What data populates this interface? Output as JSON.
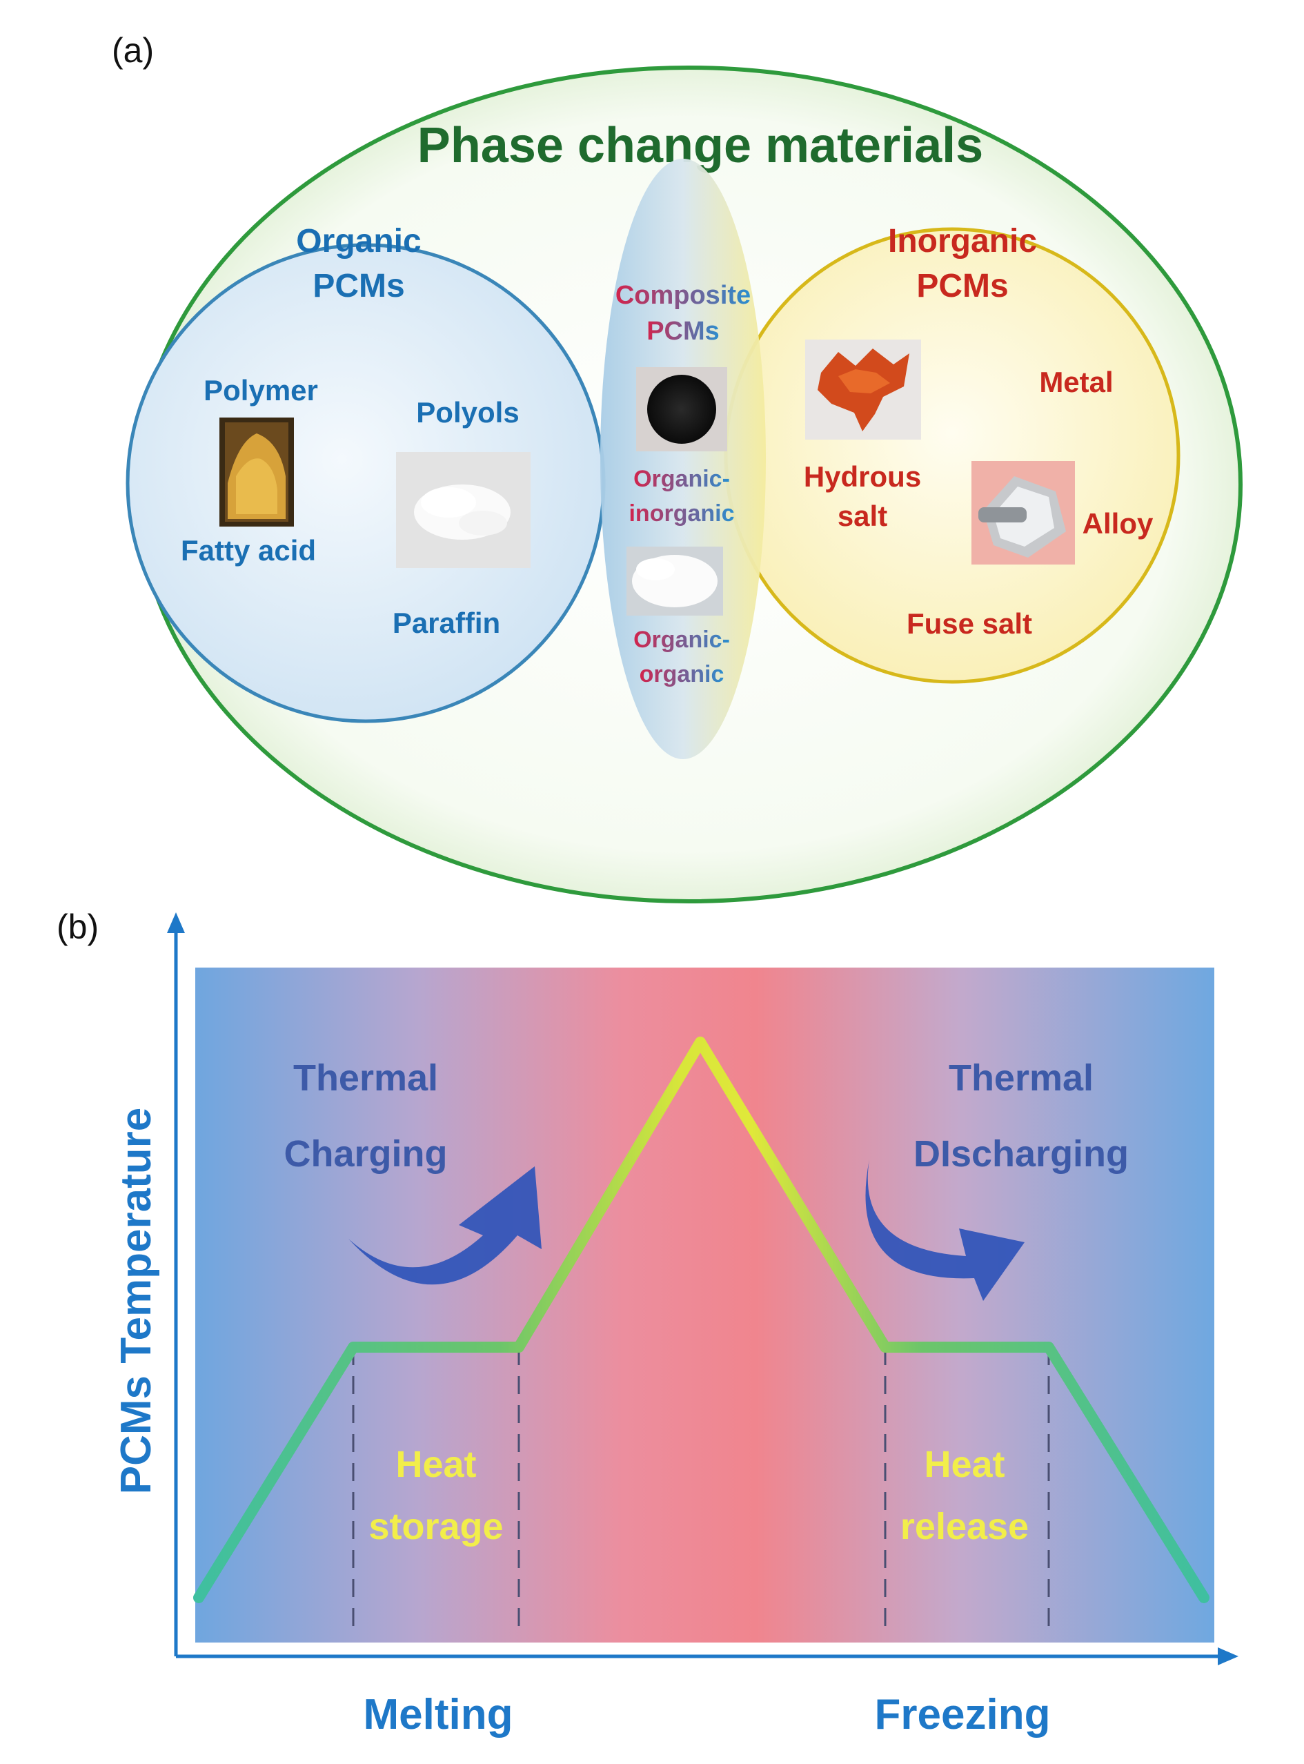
{
  "panel_a": {
    "label": "(a)",
    "title": "Phase change materials",
    "organic": {
      "title_line1": "Organic",
      "title_line2": "PCMs",
      "items": [
        "Polymer",
        "Polyols",
        "Fatty acid",
        "Paraffin"
      ]
    },
    "composite": {
      "title_line1": "Composite",
      "title_line2": "PCMs",
      "type1_line1": "Organic-",
      "type1_line2": "inorganic",
      "type2_line1": "Organic-",
      "type2_line2": "organic"
    },
    "inorganic": {
      "title_line1": "Inorganic",
      "title_line2": "PCMs",
      "metal": "Metal",
      "hydrous_line1": "Hydrous",
      "hydrous_line2": "salt",
      "alloy": "Alloy",
      "fuse_salt": "Fuse salt"
    }
  },
  "panel_b": {
    "label": "(b)",
    "y_axis_label": "PCMs Temperature",
    "x_label_left": "Melting",
    "x_label_right": "Freezing",
    "charging_line1": "Thermal",
    "charging_line2": "Charging",
    "discharging_line1": "Thermal",
    "discharging_line2": "DIscharging",
    "storage_line1": "Heat",
    "storage_line2": "storage",
    "release_line1": "Heat",
    "release_line2": "release"
  },
  "colors": {
    "outer_ellipse": "#2e9a3c",
    "title": "#1f6b2e",
    "organic_text": "#1a6fb3",
    "inorganic_text": "#c8281e",
    "curve_green": "#46c28a",
    "curve_yellow": "#d7e63a",
    "heat_text": "#f2ee4a",
    "arrow_blue": "#2f54b8",
    "axis_blue": "#1e78c8"
  }
}
